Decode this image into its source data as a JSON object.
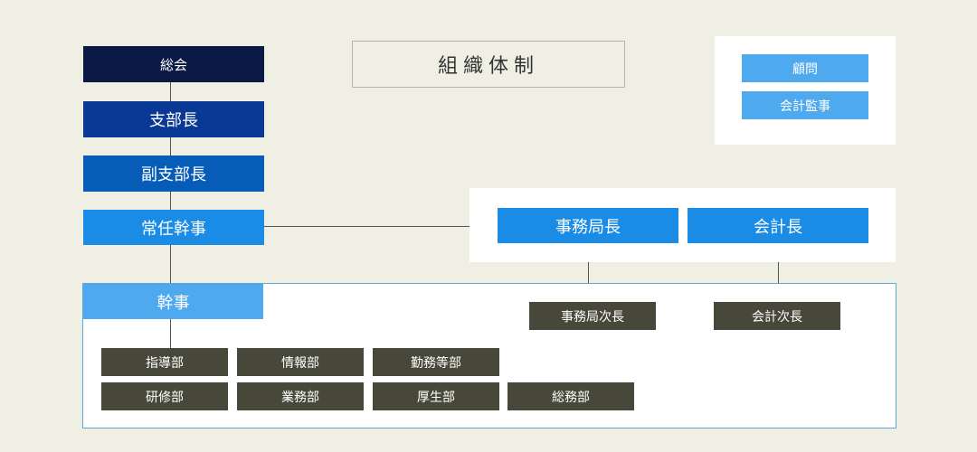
{
  "title": "組織体制",
  "chain": {
    "general_meeting": "総会",
    "branch_head": "支部長",
    "vice_branch_head": "副支部長",
    "standing_secretary": "常任幹事"
  },
  "advisors": {
    "advisor": "顧問",
    "auditor": "会計監事"
  },
  "office": {
    "secretariat_head": "事務局長",
    "treasurer": "会計長",
    "secretariat_deputy": "事務局次長",
    "treasurer_deputy": "会計次長"
  },
  "secretaries": {
    "label": "幹事",
    "departments": [
      "指導部",
      "情報部",
      "勤務等部",
      "研修部",
      "業務部",
      "厚生部",
      "総務部"
    ]
  },
  "colors": {
    "background": "#efefe3",
    "navy": "#0b1a45",
    "dark_blue": "#093995",
    "mid_blue": "#065cb7",
    "blue": "#1a8ce6",
    "light_blue": "#4fa9ef",
    "department": "#48483a"
  }
}
